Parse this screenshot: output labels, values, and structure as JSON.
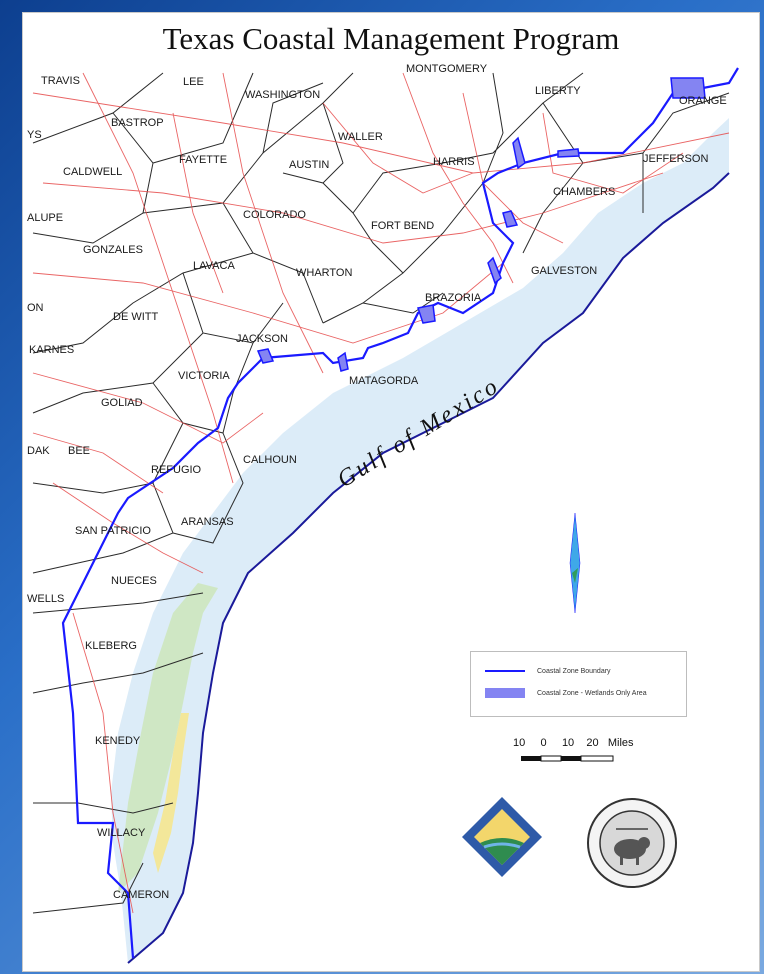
{
  "title": "Texas Coastal Management Program",
  "water_label": "Gulf of Mexico",
  "counties": [
    "TRAVIS",
    "LEE",
    "MONTGOMERY",
    "LIBERTY",
    "WASHINGTON",
    "BASTROP",
    "WALLER",
    "ORANGE",
    "CALDWELL",
    "FAYETTE",
    "AUSTIN",
    "HARRIS",
    "JEFFERSON",
    "CHAMBERS",
    "COLORADO",
    "FORT BEND",
    "GONZALES",
    "LAVACA",
    "WHARTON",
    "GALVESTON",
    "BRAZORIA",
    "DE WITT",
    "JACKSON",
    "MATAGORDA",
    "KARNES",
    "VICTORIA",
    "GOLIAD",
    "CALHOUN",
    "BEE",
    "REFUGIO",
    "ARANSAS",
    "SAN PATRICIO",
    "NUECES",
    "KLEBERG",
    "KENEDY",
    "WILLACY",
    "CAMERON",
    "ALUPE",
    "ON",
    "WELLS",
    "DAK",
    "YS"
  ],
  "legend": {
    "boundary": "Coastal Zone Boundary",
    "wetlands": "Coastal Zone - Wetlands Only Area"
  },
  "scale": {
    "labels": [
      "10",
      "0",
      "10",
      "20",
      "Miles"
    ]
  },
  "colors": {
    "boundary": "#1a1aff",
    "wetlands": "#8484f2",
    "coastal_water": "#dcecf8",
    "roads": "#e64a4a",
    "county_lines": "#2b2b2b"
  },
  "icons": [
    "coastal-program-logo-icon",
    "general-land-office-seal-icon",
    "north-arrow-icon"
  ]
}
